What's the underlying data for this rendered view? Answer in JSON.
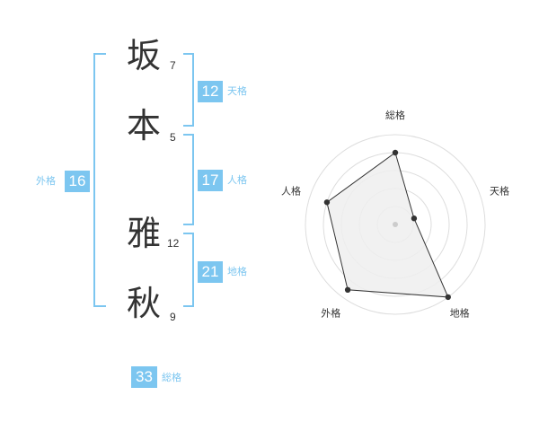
{
  "name": {
    "chars": [
      {
        "char": "坂",
        "strokes": "7"
      },
      {
        "char": "本",
        "strokes": "5"
      },
      {
        "char": "雅",
        "strokes": "12"
      },
      {
        "char": "秋",
        "strokes": "9"
      }
    ]
  },
  "kakusu": {
    "tenkaku": {
      "value": "12",
      "label": "天格"
    },
    "jinkaku": {
      "value": "17",
      "label": "人格"
    },
    "chikaku": {
      "value": "21",
      "label": "地格"
    },
    "gaikaku": {
      "value": "16",
      "label": "外格"
    },
    "soukaku": {
      "value": "33",
      "label": "総格"
    }
  },
  "chart_data": {
    "type": "radar",
    "axes": [
      "総格",
      "天格",
      "地格",
      "外格",
      "人格"
    ],
    "values": [
      0.8,
      0.22,
      1.0,
      0.9,
      0.8
    ],
    "rings": 5,
    "fill": "#eeeeee",
    "line_color": "#333333",
    "grid_color": "#dddddd"
  },
  "colors": {
    "accent": "#7cc6f0",
    "text": "#333333"
  }
}
